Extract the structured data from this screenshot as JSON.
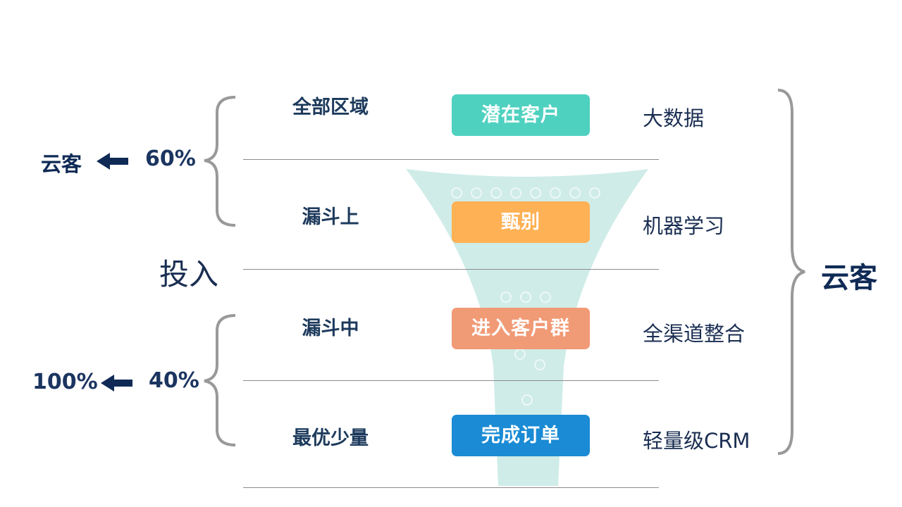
{
  "left": {
    "top_label": "云客",
    "top_pct": "60%",
    "mid_label": "投入",
    "bottom_label": "100%",
    "bottom_pct": "40%"
  },
  "stages": [
    "全部区域",
    "漏斗上",
    "漏斗中",
    "最优少量"
  ],
  "boxes": [
    {
      "label": "潜在客户",
      "color": "#4fd1c0"
    },
    {
      "label": "甄别",
      "color": "#ffb155"
    },
    {
      "label": "进入客户群",
      "color": "#f19a76"
    },
    {
      "label": "完成订单",
      "color": "#1a8bd4"
    }
  ],
  "tech": [
    "大数据",
    "机器学习",
    "全渠道整合",
    "轻量级CRM"
  ],
  "right_label": "云客",
  "colors": {
    "funnel": "#a8ddd5",
    "brace": "#999999",
    "arrow": "#0f2a55"
  }
}
